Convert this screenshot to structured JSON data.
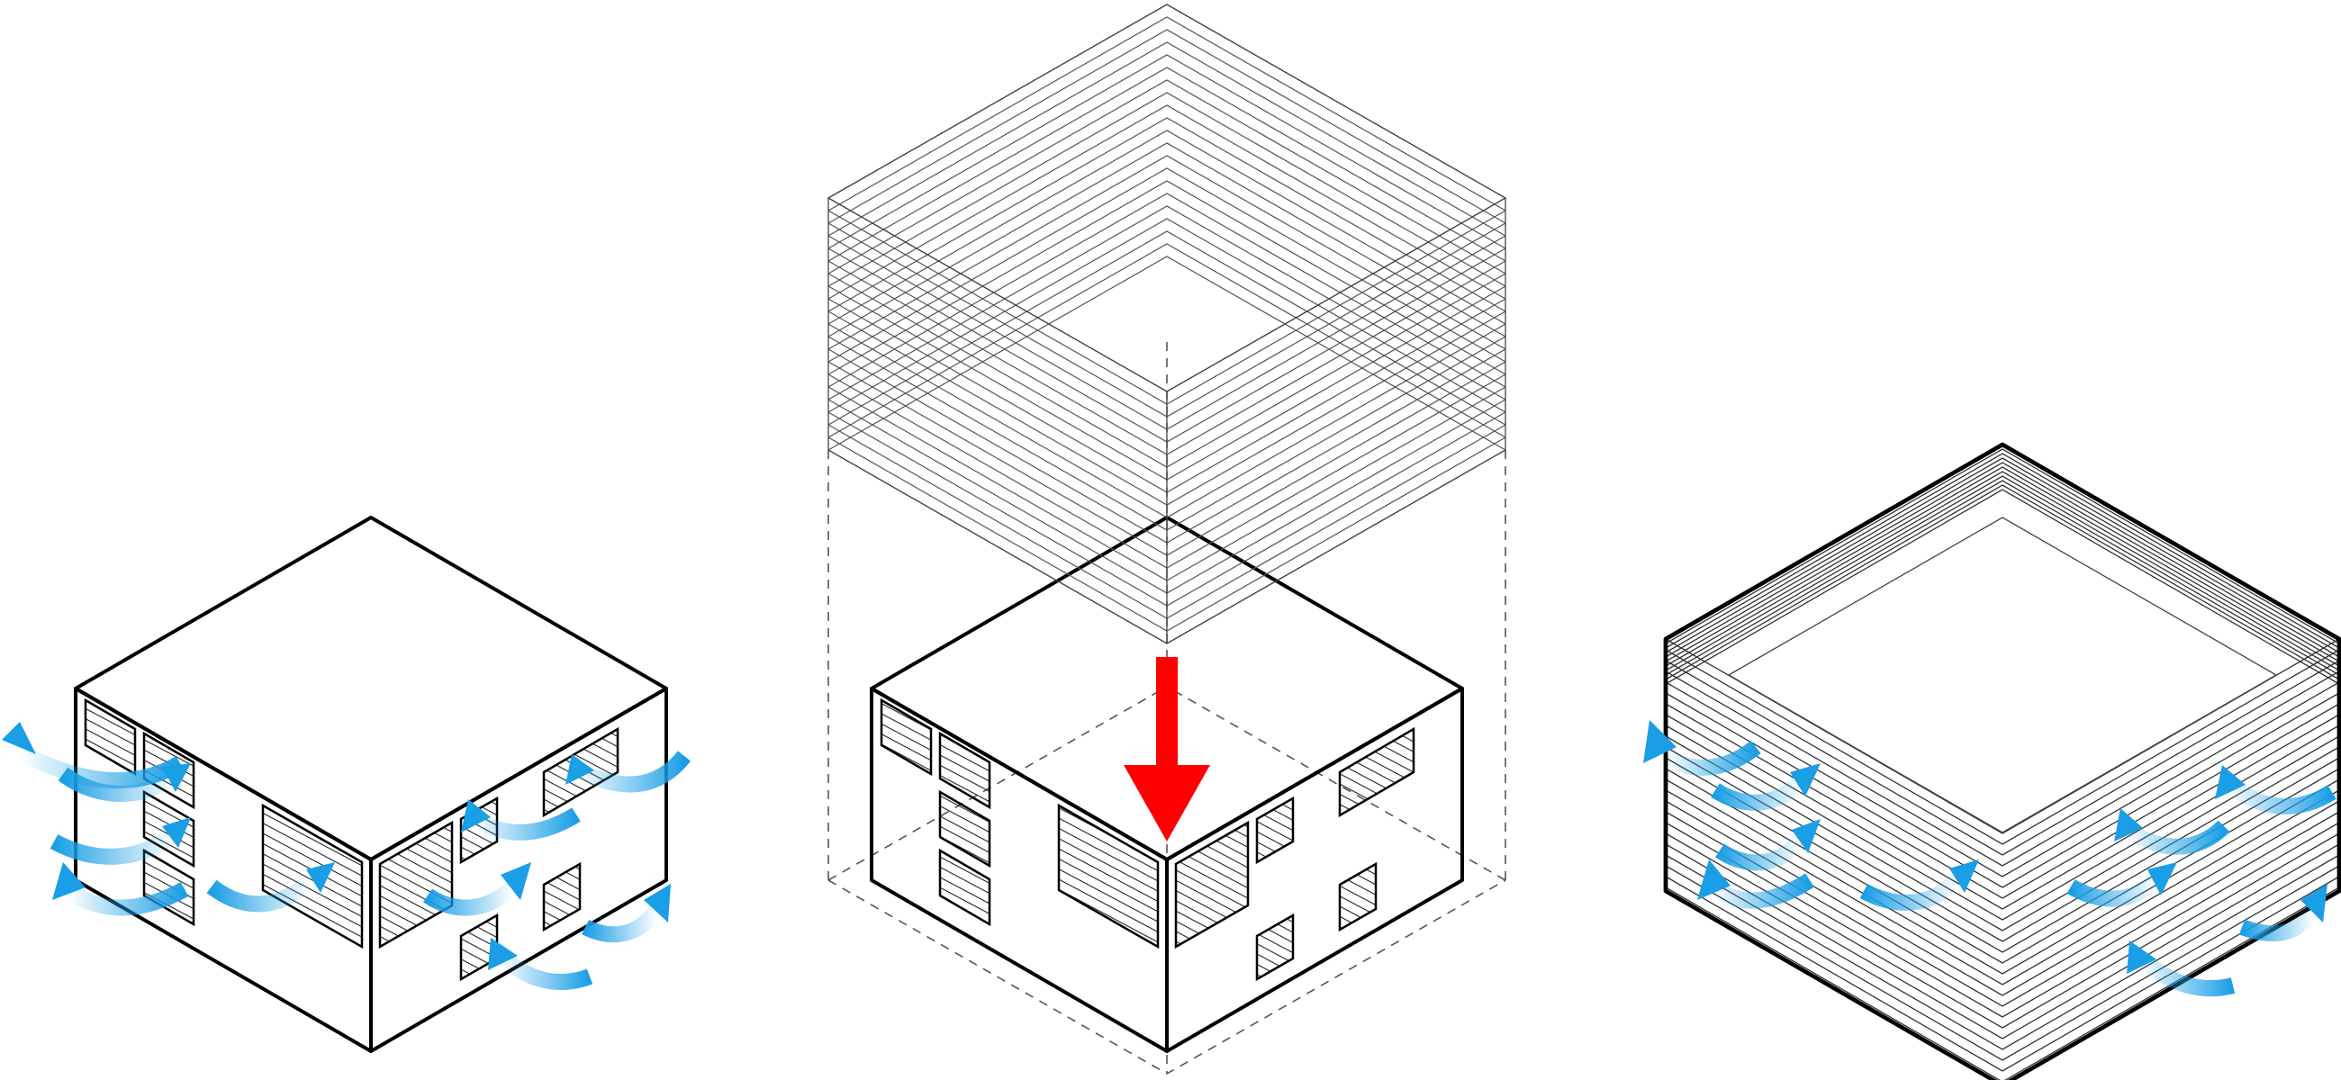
{
  "diagram": {
    "panels": [
      {
        "id": "existing-building",
        "airflow": "cross-ventilation-through-windows"
      },
      {
        "id": "adding-enclosure",
        "action": "lower-enclosure-onto-building"
      },
      {
        "id": "enclosed-building",
        "airflow": "ventilation-within-enclosure"
      }
    ],
    "colors": {
      "edge": "#000000",
      "hatch": "#222222",
      "airflow_arrow": "#1a9ee6",
      "drop_arrow": "#ff0000",
      "background": "#ffffff"
    },
    "icons": [
      "airflow-arrow-icon",
      "down-arrow-icon"
    ]
  }
}
